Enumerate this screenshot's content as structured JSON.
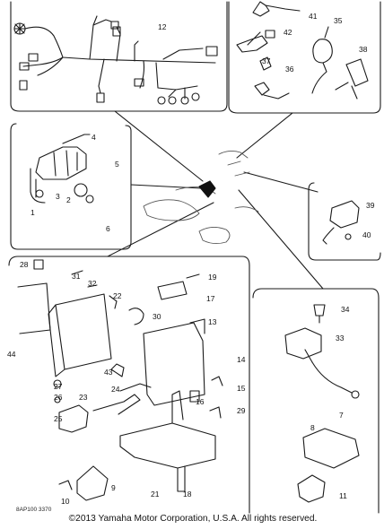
{
  "callouts": [
    "12",
    "41",
    "42",
    "35",
    "36",
    "37",
    "38",
    "4",
    "5",
    "1",
    "2",
    "3",
    "6",
    "28",
    "31",
    "32",
    "22",
    "19",
    "30",
    "17",
    "13",
    "44",
    "14",
    "43",
    "27",
    "26",
    "23",
    "24",
    "15",
    "25",
    "16",
    "29",
    "10",
    "9",
    "21",
    "18",
    "34",
    "33",
    "7",
    "8",
    "11",
    "39",
    "40"
  ],
  "part_code": "8AP100 3370",
  "copyright": "©2013 Yamaha Motor Corporation, U.S.A. All rights reserved."
}
